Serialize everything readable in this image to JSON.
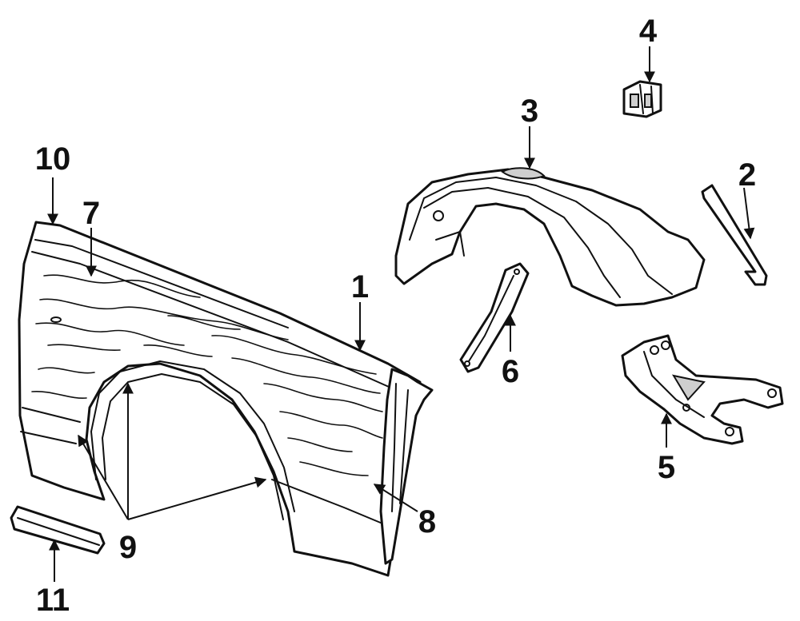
{
  "callouts": [
    "1",
    "2",
    "3",
    "4",
    "5",
    "6",
    "7",
    "8",
    "9",
    "10",
    "11"
  ],
  "colors": {
    "ink": "#111111",
    "paper": "#ffffff",
    "shade": "#cfcfcf"
  }
}
